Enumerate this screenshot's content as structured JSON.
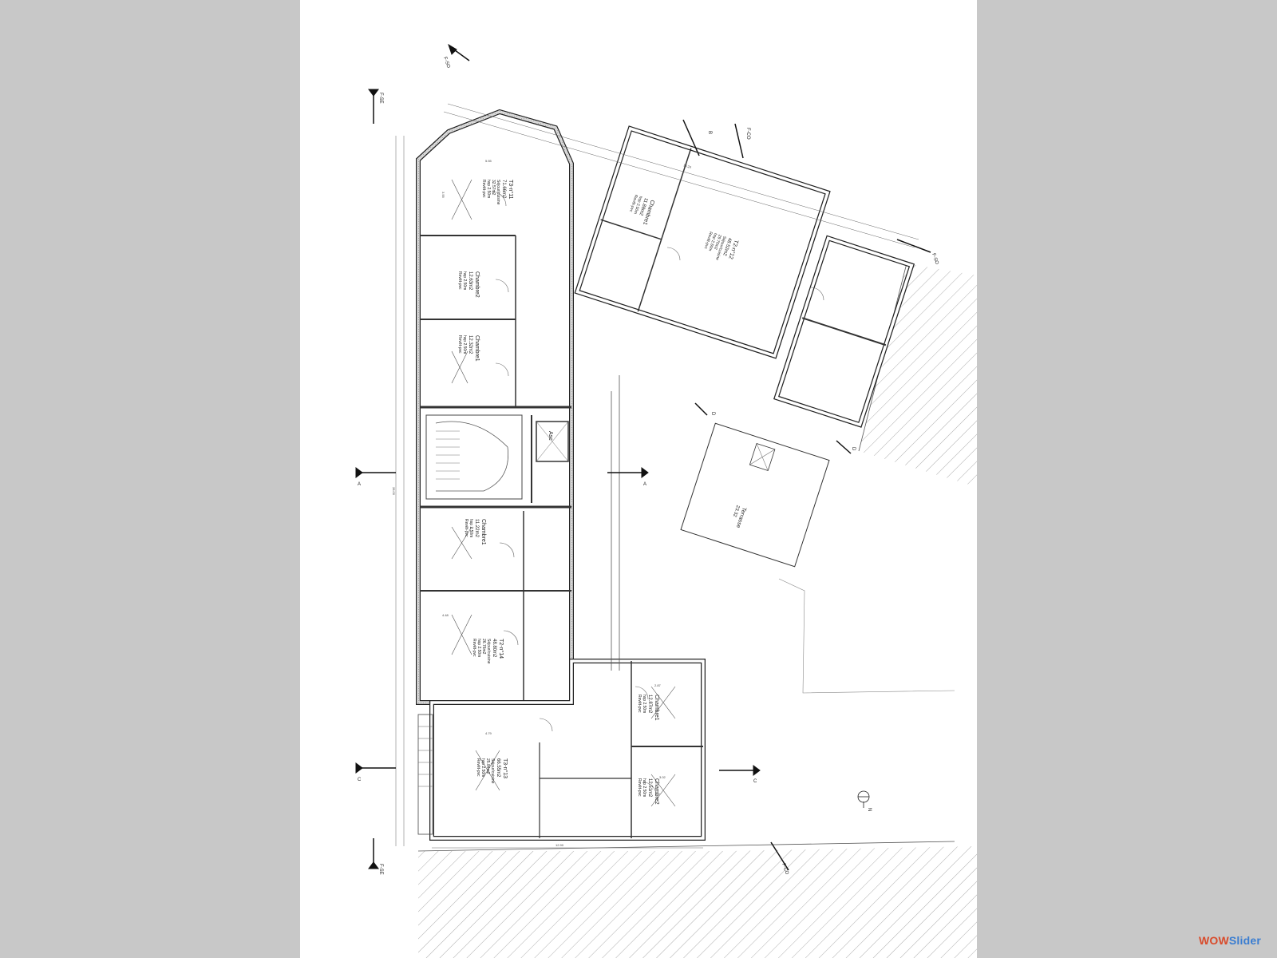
{
  "plan": {
    "rooms": [
      {
        "name": "T3-n°11",
        "area": "71.66m2",
        "sub1": "Séjour/cuisine",
        "sub2": "32.57m2",
        "sub3": "hsp 2.50m",
        "sub4": "Revêt-pvc"
      },
      {
        "name": "Chambre2",
        "area": "12.63m2",
        "sub1": "hsp 2.50m",
        "sub2": "Revêt-pvc"
      },
      {
        "name": "Chambre1",
        "area": "12.32m2",
        "sub1": "hsp 2.50m",
        "sub2": "Revêt-pvc"
      },
      {
        "name": "T2-n°12",
        "area": "48.52m2",
        "sub1": "Séjour/cuisine",
        "sub2": "29.70m2",
        "sub3": "hsp 2.50m",
        "sub4": "Revêt-pvc"
      },
      {
        "name": "Chambre1",
        "area": "11.88m2",
        "sub1": "hsp 2.50m",
        "sub2": "Revêt-pvc"
      },
      {
        "name": "Chambre1",
        "area": "11.22m2",
        "sub1": "hsp 2.50m",
        "sub2": "Revêt-pvc"
      },
      {
        "name": "T2-n°14",
        "area": "48.80m2",
        "sub1": "Séjour/cuisine",
        "sub2": "26.76m2",
        "sub3": "hsp 2.50m",
        "sub4": "Revêt-pvc"
      },
      {
        "name": "T3-n°13",
        "area": "66.55m2",
        "sub1": "Séjour/cuisine",
        "sub2": "25.84m2",
        "sub3": "hsp 2.50m",
        "sub4": "Revêt-pvc"
      },
      {
        "name": "Chambre1",
        "area": "12.87m2",
        "sub1": "hsp 2.50m",
        "sub2": "Revêt-pvc"
      },
      {
        "name": "Chambre2",
        "area": "12.51m2",
        "sub1": "hsp 2.50m",
        "sub2": "Revêt-pvc"
      },
      {
        "name": "Asc",
        "area": "",
        "sub1": "",
        "sub2": ""
      },
      {
        "name": "Terrasse",
        "area": "23.32",
        "sub1": "",
        "sub2": ""
      }
    ],
    "sections": {
      "a_left": "A",
      "a_right": "A",
      "c_left": "C",
      "c_right": "C",
      "f_se_top": "F-SE",
      "f_se_bottom": "F-SE",
      "f_so_top": "F-SO",
      "f_so_right": "F-SO",
      "f_co_top": "F-CO",
      "f_co_bottom": "F-CO",
      "b": "B",
      "d_top": "D",
      "d_bottom": "D"
    },
    "dims": {
      "left_total": "28.00",
      "bottom_total": "12.90",
      "top_span": "16.24",
      "wall_a": "5.55",
      "wall_b": "3.55",
      "wall_c": "4.48",
      "wall_d": "4.79",
      "wall_e": "2.87",
      "wall_f": "3.02"
    },
    "north_label": "N"
  },
  "watermark": {
    "part1": "WOW",
    "part2": "Slider"
  }
}
